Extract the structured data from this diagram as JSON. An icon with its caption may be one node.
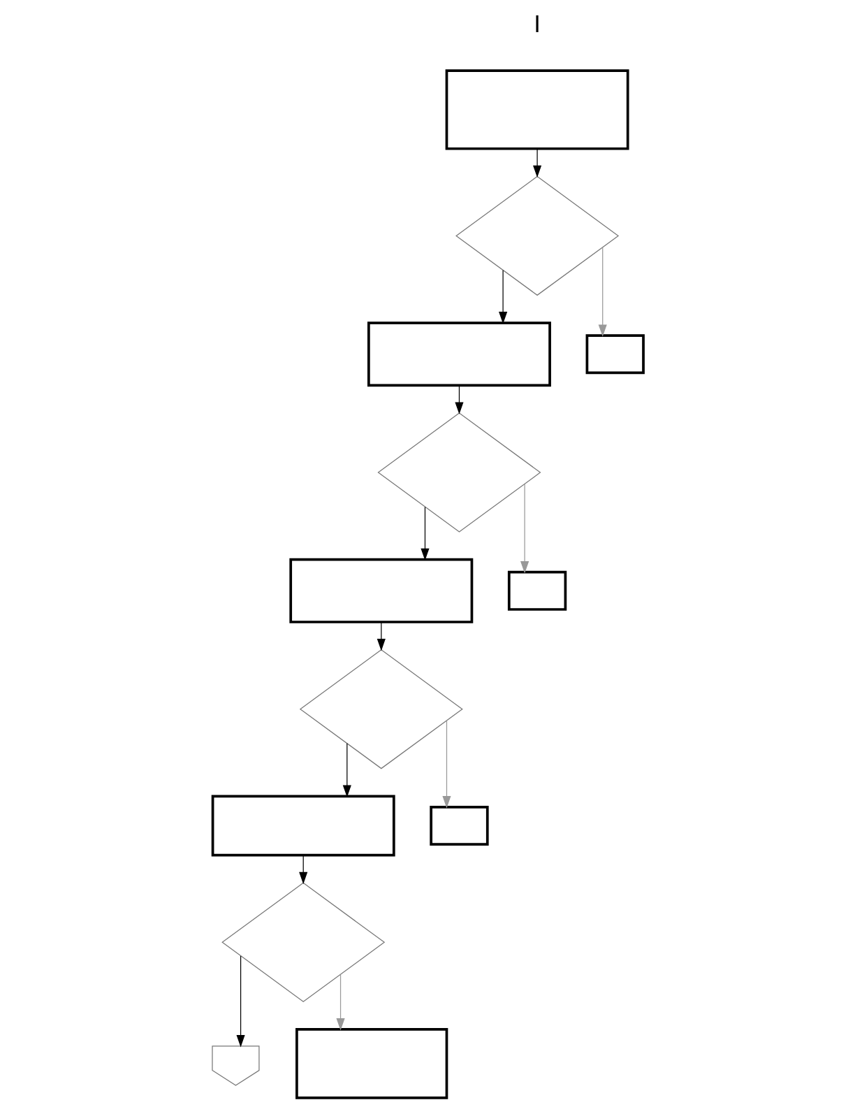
{
  "diagram": {
    "nodes": [
      {
        "text": [],
        "shape": "box"
      },
      {
        "text": [],
        "shape": "diamond"
      },
      {
        "text": [],
        "shape": "box"
      },
      {
        "text": [],
        "shape": "box"
      },
      {
        "text": [],
        "shape": "diamond"
      },
      {
        "text": [],
        "shape": "box"
      },
      {
        "text": [],
        "shape": "box"
      },
      {
        "text": [],
        "shape": "diamond"
      },
      {
        "text": [],
        "shape": "box"
      },
      {
        "text": [],
        "shape": "box"
      },
      {
        "text": [],
        "shape": "diamond"
      },
      {
        "text": [],
        "shape": "pentagon"
      },
      {
        "text": [],
        "shape": "box"
      }
    ],
    "edges": [
      {
        "from": 0,
        "to": 1,
        "arrow": "to"
      },
      {
        "from": 1,
        "to": 2,
        "arrow": "to"
      },
      {
        "from": 1,
        "to": 3,
        "arrow": "to",
        "color": "#999999"
      },
      {
        "from": 2,
        "to": 4,
        "arrow": "to"
      },
      {
        "from": 4,
        "to": 5,
        "arrow": "to"
      },
      {
        "from": 4,
        "to": 6,
        "arrow": "to",
        "color": "#999999"
      },
      {
        "from": 5,
        "to": 7,
        "arrow": "to"
      },
      {
        "from": 7,
        "to": 8,
        "arrow": "to"
      },
      {
        "from": 7,
        "to": 9,
        "arrow": "to",
        "color": "#999999"
      },
      {
        "from": 8,
        "to": 10,
        "arrow": "to"
      },
      {
        "from": 10,
        "to": 11,
        "arrow": "to"
      },
      {
        "from": 10,
        "to": 12,
        "arrow": "to",
        "color": "#999999"
      }
    ],
    "labels": [
      "I"
    ]
  }
}
